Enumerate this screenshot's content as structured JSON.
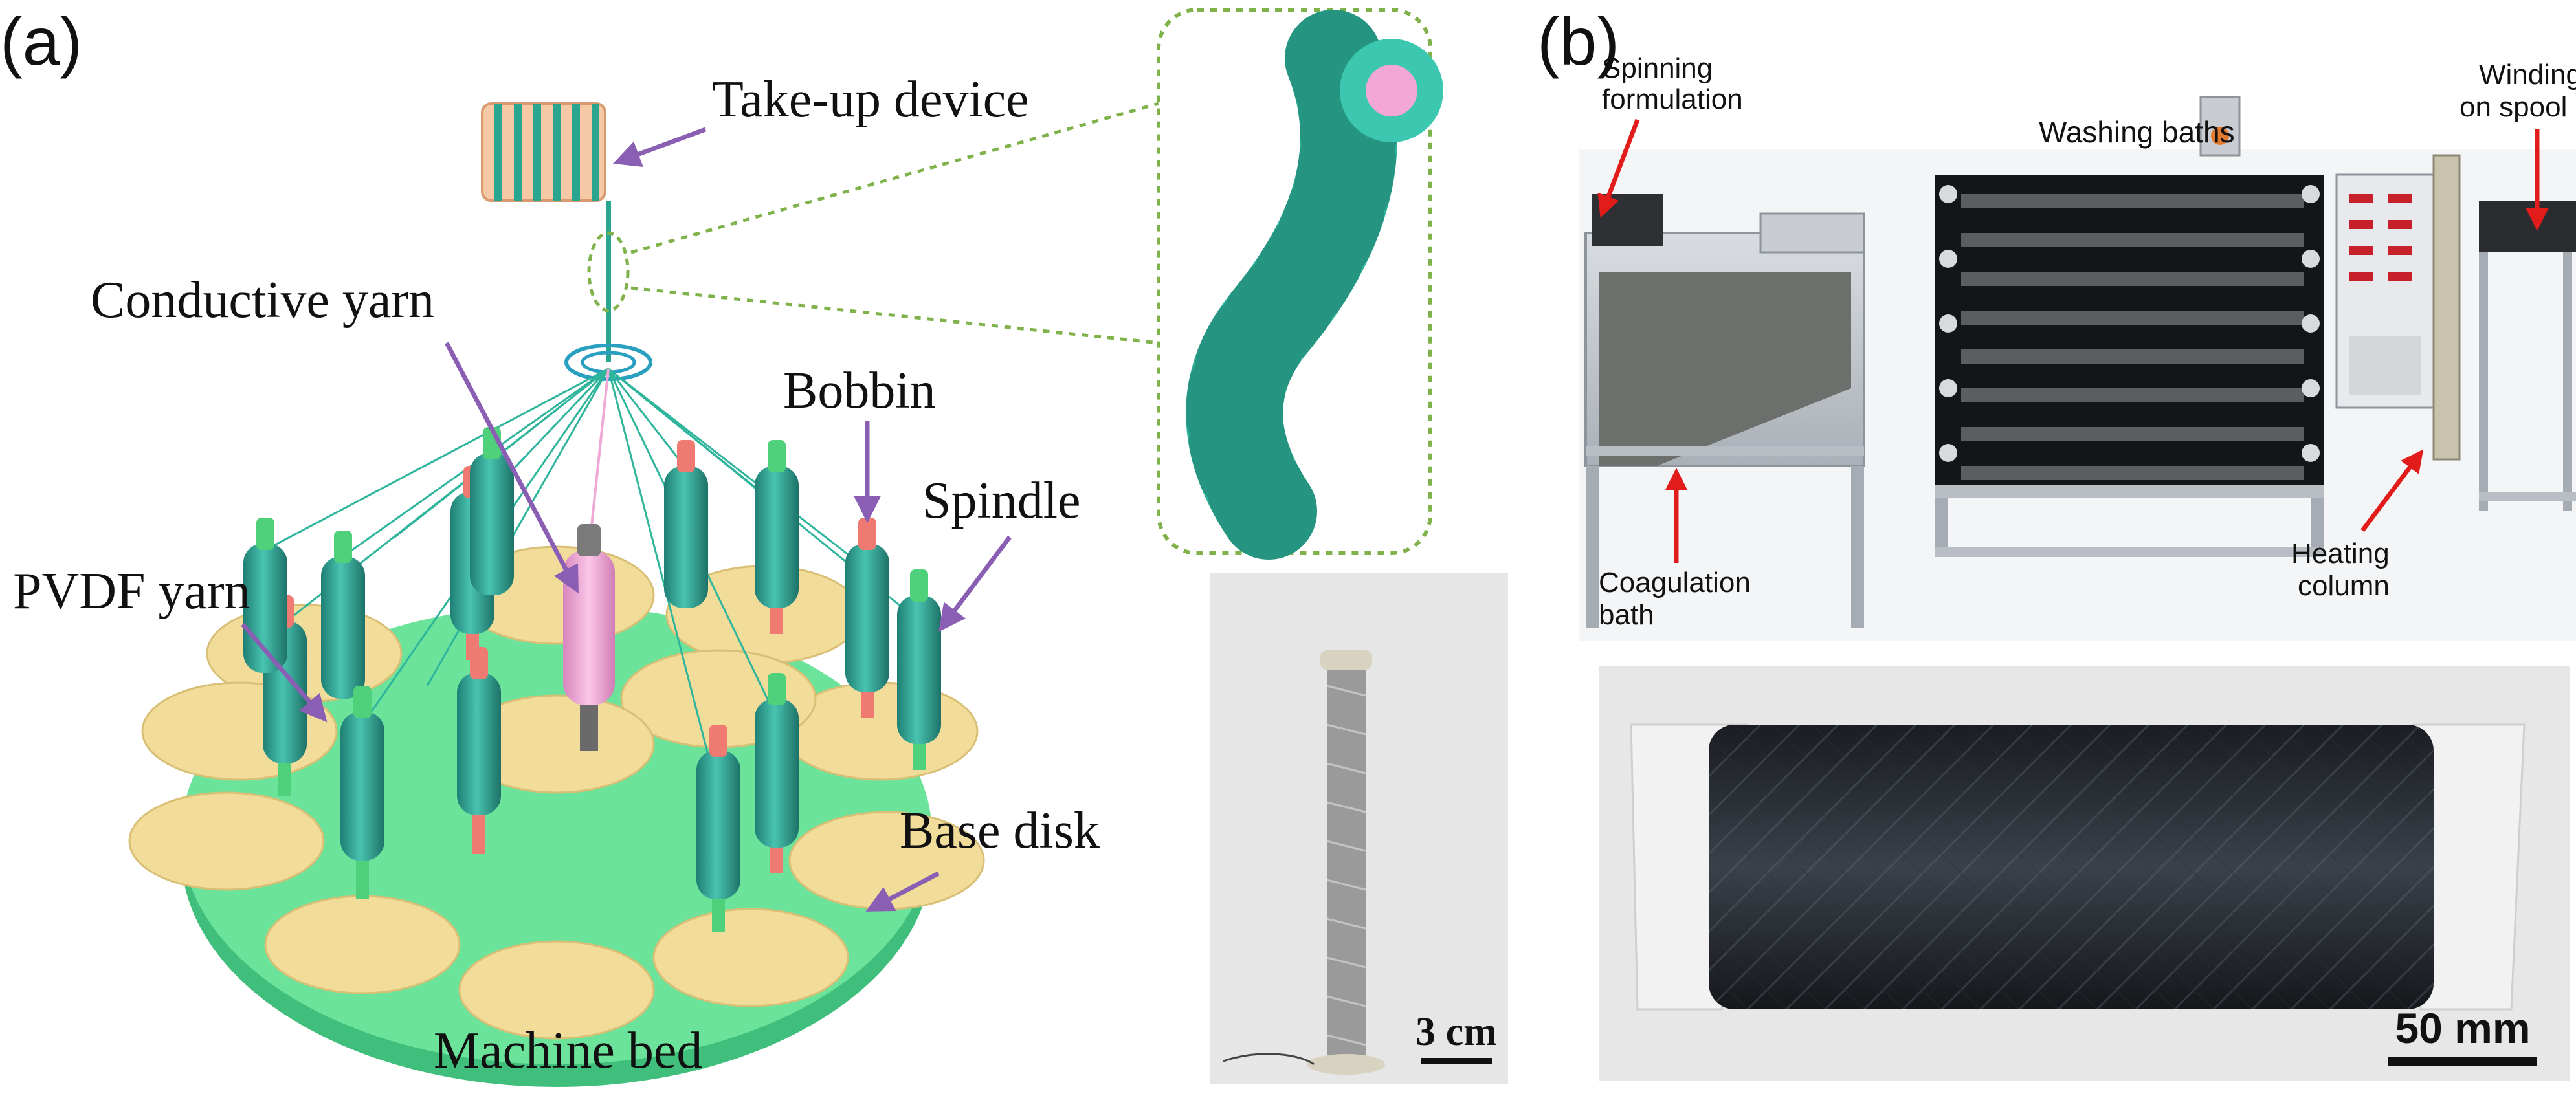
{
  "panel_a": {
    "panel_label": "(a)",
    "labels": {
      "take_up": "Take-up device",
      "conductive": "Conductive yarn",
      "bobbin": "Bobbin",
      "spindle": "Spindle",
      "pvdf": "PVDF yarn",
      "base_disk": "Base disk",
      "machine_bed": "Machine bed"
    },
    "photo_scale": "3 cm"
  },
  "panel_b": {
    "panel_label": "(b)",
    "labels": {
      "spinning_line1": "Spinning",
      "spinning_line2": "formulation",
      "washing": "Washing baths",
      "winding_line1": "Winding",
      "winding_line2": "on spool",
      "coag_line1": "Coagulation",
      "coag_line2": "bath",
      "heating_line1": "Heating",
      "heating_line2": "column"
    },
    "photo_scale": "50 mm"
  },
  "colors": {
    "bed": "#6be39a",
    "disk": "#f2dc9a",
    "bobbin": "#3aae9e",
    "bobbin_tip_green": "#4fd07a",
    "bobbin_tip_red": "#ee7a72",
    "conductive": "#f0a9d6",
    "arrow_purple": "#8a5fb3",
    "arrow_red": "#e21b1b",
    "yarn_teal": "#2fb59c"
  }
}
